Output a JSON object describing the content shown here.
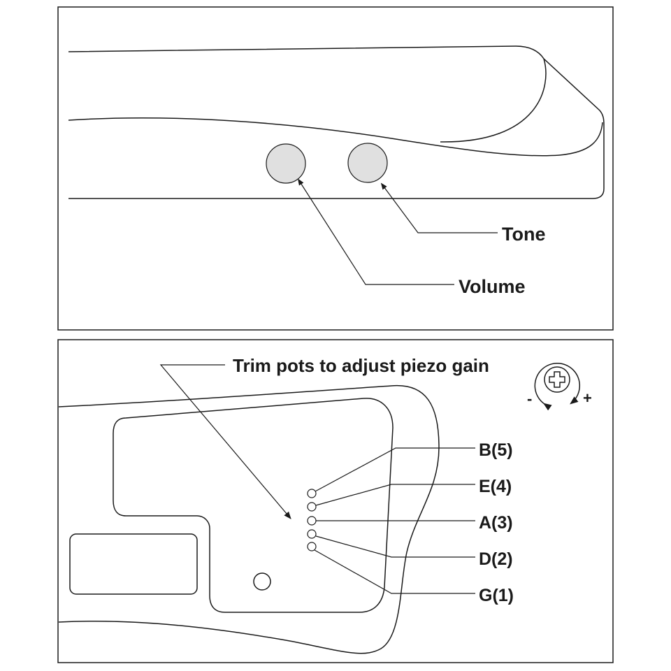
{
  "controls": {
    "tone_label": "Tone",
    "volume_label": "Volume"
  },
  "trim": {
    "title": "Trim pots to adjust piezo gain",
    "minus": "-",
    "plus": "+",
    "strings": [
      {
        "label": "B(5)"
      },
      {
        "label": "E(4)"
      },
      {
        "label": "A(3)"
      },
      {
        "label": "D(2)"
      },
      {
        "label": "G(1)"
      }
    ]
  },
  "colors": {
    "line": "#1a1a1a",
    "knob_fill": "#e0e0e0",
    "background": "#ffffff"
  }
}
